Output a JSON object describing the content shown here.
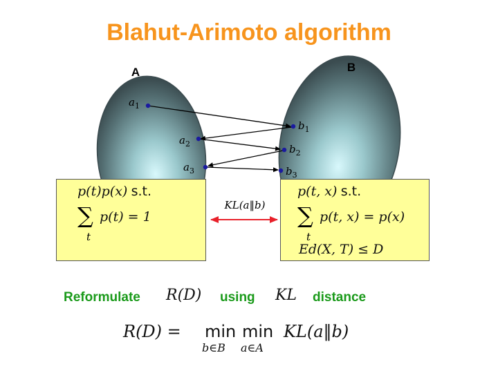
{
  "title": "Blahut-Arimoto algorithm",
  "set_a_label": "A",
  "set_b_label": "B",
  "points_a": [
    {
      "letter": "a",
      "index": "1"
    },
    {
      "letter": "a",
      "index": "2"
    },
    {
      "letter": "a",
      "index": "3"
    }
  ],
  "points_b": [
    {
      "letter": "b",
      "index": "1"
    },
    {
      "letter": "b",
      "index": "2"
    },
    {
      "letter": "b",
      "index": "3"
    }
  ],
  "left_box": {
    "line1_math": "p(t)p(x)",
    "line1_text": "s.t.",
    "sum_symbol": "∑",
    "sum_sub": "t",
    "line2_math": "p(t) = 1"
  },
  "right_box": {
    "line1_math": "p(t, x)",
    "line1_text": "s.t.",
    "sum_symbol": "∑",
    "sum_sub": "t",
    "line2_math": "p(t, x) = p(x)",
    "line3_math": "Ed(X, T) ≤ D"
  },
  "kl_label": "KL(a‖b)",
  "reformulate": {
    "word1": "Reformulate",
    "math1": "R(D)",
    "word2": "using",
    "math2": "KL",
    "word3": "distance"
  },
  "equation": {
    "lhs": "R(D) =",
    "min1": "min",
    "min1_sub": "b∈B",
    "min2": "min",
    "min2_sub": "a∈A",
    "rhs": "KL(a‖b)"
  },
  "colors": {
    "title": "#f7941d",
    "green_text": "#1a9a1a",
    "box_fill": "#ffff99",
    "kl_arrow": "#e8202a",
    "point": "#1a1aa0"
  }
}
